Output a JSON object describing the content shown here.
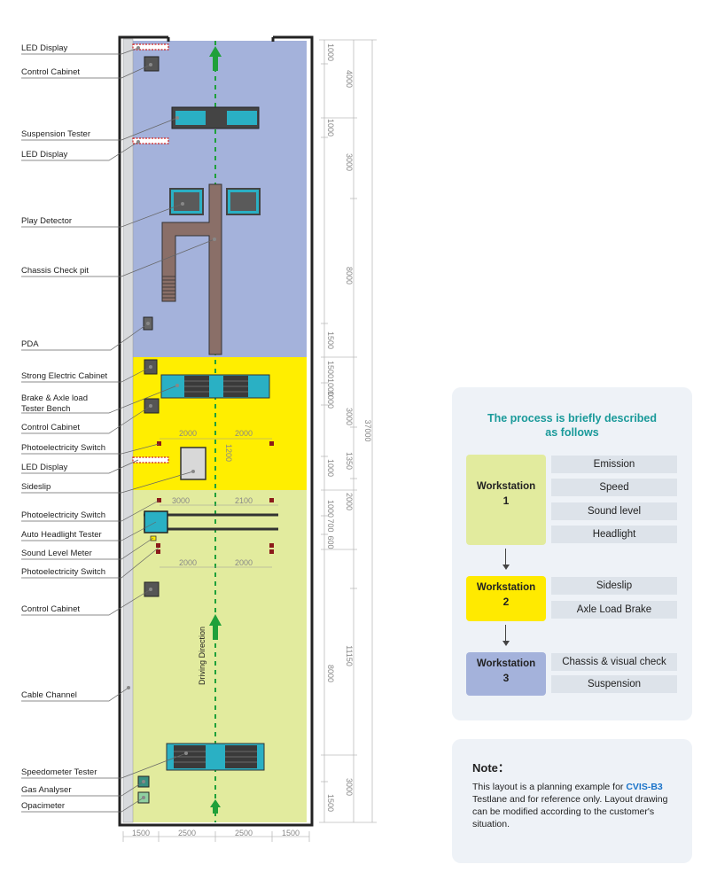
{
  "labels": {
    "led_display_1": "LED Display",
    "control_cabinet_1": "Control Cabinet",
    "suspension_tester": "Suspension Tester",
    "led_display_2": "LED Display",
    "play_detector": "Play Detector",
    "chassis_check_pit": "Chassis Check pit",
    "pda": "PDA",
    "strong_electric_cabinet": "Strong Electric Cabinet",
    "brake_axle_line1": "Brake & Axle load",
    "brake_axle_line2": "Tester Bench",
    "control_cabinet_2": "Control Cabinet",
    "photo_switch_1": "Photoelectricity Switch",
    "led_display_3": "LED Display",
    "sideslip": "Sideslip",
    "photo_switch_2": "Photoelectricity Switch",
    "auto_headlight_tester": "Auto Headlight Tester",
    "sound_level_meter": "Sound Level Meter",
    "photo_switch_3": "Photoelectricity Switch",
    "control_cabinet_3": "Control Cabinet",
    "cable_channel": "Cable Channel",
    "speedometer_tester": "Speedometer Tester",
    "gas_analyser": "Gas Analyser",
    "opacimeter": "Opacimeter"
  },
  "driving_direction": "Driving Direction",
  "dims": {
    "right_a": [
      "1000",
      "4000",
      "1000",
      "3000",
      "8000",
      "1500",
      "1500",
      "1000",
      "1000",
      "3000",
      "1350",
      "1000",
      "2000",
      "1000",
      "700",
      "600",
      "11150",
      "8000",
      "3000",
      "1500"
    ],
    "total": "37000",
    "bottom": [
      "1500",
      "2500",
      "2500",
      "1500"
    ],
    "inner": [
      "2000",
      "2000",
      "3000",
      "2100",
      "2000",
      "2000",
      "1200"
    ]
  },
  "process": {
    "title_line1": "The process is briefly described",
    "title_line2": "as follows",
    "workstations": [
      {
        "name": "Workstation",
        "num": "1",
        "tasks": [
          "Emission",
          "Speed",
          "Sound level",
          "Headlight"
        ],
        "color": "#e2eb9e"
      },
      {
        "name": "Workstation",
        "num": "2",
        "tasks": [
          "Sideslip",
          "Axle Load Brake"
        ],
        "color": "#ffea00"
      },
      {
        "name": "Workstation",
        "num": "3",
        "tasks": [
          "Chassis & visual check",
          "Suspension"
        ],
        "color": "#a4b2db"
      }
    ]
  },
  "note": {
    "heading": "Note：",
    "text_before": "This layout is a planning example for ",
    "highlight": "CVIS-B3",
    "text_after": " Testlane and for reference only. Layout drawing can be modified according to the customer's situation."
  },
  "colors": {
    "zone_blue": "#a4b2db",
    "zone_yellow": "#ffee00",
    "zone_green": "#e2eb9e",
    "teal": "#2ab0c4",
    "dark": "#555555",
    "accent": "#1a9a9a",
    "arrow_green": "#1fa03a"
  }
}
